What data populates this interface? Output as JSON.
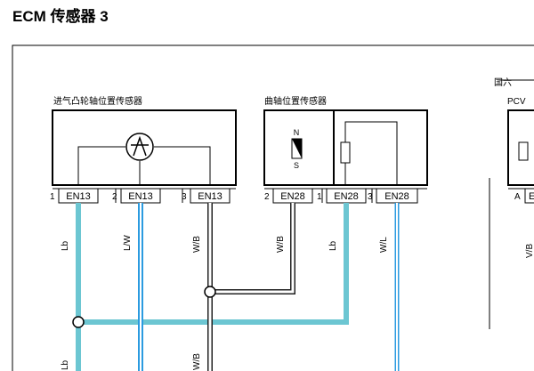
{
  "page_title": "ECM 传感器 3",
  "colors": {
    "lb_wire": "#6cc6d2",
    "lw_stripe": "#2b9be0",
    "wl_stripe": "#2b9be0",
    "wire_outline": "#222222"
  },
  "components": {
    "cam_sensor": {
      "label": "进气凸轮轴位置传感器",
      "connector": "EN13",
      "pins": [
        "1",
        "2",
        "3"
      ],
      "wires": [
        "Lb",
        "L/W",
        "W/B"
      ]
    },
    "crank_sensor": {
      "label": "曲轴位置传感器",
      "connector": "EN28",
      "pins": [
        "2",
        "1",
        "3"
      ],
      "wires": [
        "W/B",
        "Lb",
        "W/L"
      ],
      "magnet_north": "N",
      "magnet_south": "S"
    },
    "pcv": {
      "region_label": "国六",
      "label": "PCV",
      "pin": "A",
      "connector_partial": "E",
      "wire_partial": "V/B"
    }
  },
  "lower_wire_labels": {
    "lb": "Lb",
    "wb": "W/B"
  }
}
